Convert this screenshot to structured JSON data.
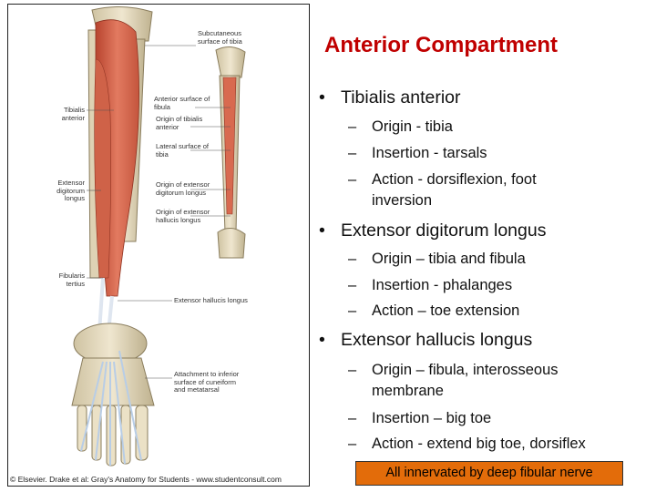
{
  "title": "Anterior Compartment",
  "figure": {
    "labels": {
      "subcutaneous": "Subcutaneous surface of tibia",
      "anterior_surface_fibula": "Anterior surface of fibula",
      "origin_tibialis": "Origin of tibialis anterior",
      "lateral_surface_tibia": "Lateral surface of tibia",
      "origin_edl": "Origin of extensor digitorum longus",
      "origin_ehl": "Origin of extensor hallucis longus",
      "tibialis_anterior": "Tibialis anterior",
      "edl": "Extensor digitorum longus",
      "fibularis_tertius": "Fibularis tertius",
      "ehl": "Extensor hallucis longus",
      "attachment": "Attachment to inferior surface of cuneiform and metatarsal"
    },
    "credit": "© Elsevier. Drake et al: Gray's Anatomy for Students - www.studentconsult.com"
  },
  "bullets": [
    {
      "text": "Tibialis anterior",
      "subs": [
        "Origin - tibia",
        "Insertion - tarsals",
        "Action - dorsiflexion, foot inversion"
      ]
    },
    {
      "text": "Extensor digitorum longus",
      "subs": [
        "Origin – tibia and fibula",
        "Insertion - phalanges",
        "Action – toe extension"
      ]
    },
    {
      "text": "Extensor hallucis longus",
      "subs": [
        "Origin – fibula, interosseous membrane",
        "Insertion – big toe",
        "Action - extend big toe, dorsiflex"
      ]
    }
  ],
  "note": "All innervated by deep fibular nerve",
  "colors": {
    "title": "#c00000",
    "note_bg": "#e36c0a",
    "muscle": "#d9624a",
    "bone": "#e8dcc0"
  }
}
